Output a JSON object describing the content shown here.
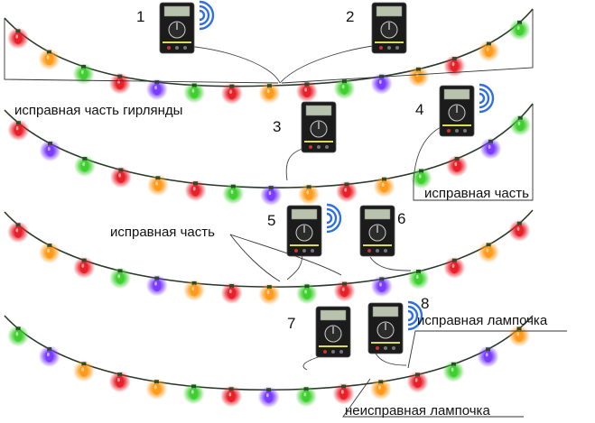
{
  "labels": {
    "good_part_garland": "исправная часть гирлянды",
    "good_part_2": "исправная часть",
    "good_part_3": "исправная часть",
    "good_bulb": "исправная лампочка",
    "bad_bulb": "неисправная лампочка"
  },
  "numbers": [
    "1",
    "2",
    "3",
    "4",
    "5",
    "6",
    "7",
    "8"
  ],
  "meter": {
    "display_text": ""
  },
  "colors": {
    "wire": "#2a3a2a",
    "bulb_red": "#e8202a",
    "bulb_green": "#3fcf2f",
    "bulb_purple": "#7a3cff",
    "bulb_orange": "#ff9a1a",
    "meter_body": "#1b1b1b",
    "signal": "#2f6fe0"
  },
  "bulb_color_cycle": [
    "red",
    "orange",
    "green",
    "red",
    "purple",
    "green",
    "red",
    "orange",
    "red",
    "green",
    "purple",
    "orange"
  ],
  "signal_meters": [
    1,
    4,
    5,
    8
  ],
  "garlands": [
    {
      "id": "garland-1"
    },
    {
      "id": "garland-2"
    },
    {
      "id": "garland-3"
    },
    {
      "id": "garland-4"
    }
  ]
}
